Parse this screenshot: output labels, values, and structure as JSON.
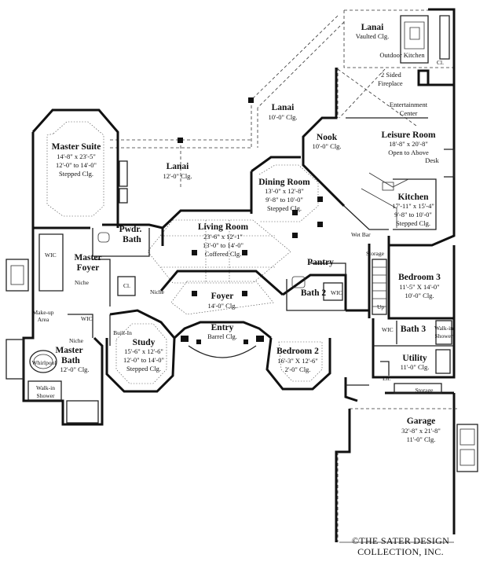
{
  "rooms": {
    "lanai_top": {
      "name": "Lanai",
      "l1": "Vaulted Clg."
    },
    "outdoor_kitchen": {
      "name": "Outdoor Kitchen"
    },
    "two_sided_fireplace": {
      "l1": "2 Sided",
      "l2": "Fireplace"
    },
    "entertainment_center": {
      "l1": "Entertainment",
      "l2": "Center"
    },
    "lanai_mid": {
      "name": "Lanai",
      "l1": "10'-0\" Clg."
    },
    "nook": {
      "name": "Nook",
      "l1": "10'-0\" Clg."
    },
    "leisure_room": {
      "name": "Leisure Room",
      "l1": "18'-8\" x 20'-8\"",
      "l2": "Open to Above"
    },
    "desk": {
      "name": "Desk"
    },
    "master_suite": {
      "name": "Master Suite",
      "l1": "14'-8\" x 23'-5\"",
      "l2": "12'-0\" to 14'-0\"",
      "l3": "Stepped Clg."
    },
    "lanai_left": {
      "name": "Lanai",
      "l1": "12'-0\" Clg."
    },
    "dining_room": {
      "name": "Dining Room",
      "l1": "13'-0\" x 12'-8\"",
      "l2": "9'-8\" to 10'-0\"",
      "l3": "Stepped Clg."
    },
    "kitchen": {
      "name": "Kitchen",
      "l1": "17'-11\" x 15'-4\"",
      "l2": "9'-8\" to 10'-0\"",
      "l3": "Stepped Clg."
    },
    "pwdr_bath": {
      "l1": "Pwdr.",
      "l2": "Bath"
    },
    "living_room": {
      "name": "Living Room",
      "l1": "23'-6\" x 12'-1\"",
      "l2": "13'-0\" to 14'-0\"",
      "l3": "Coffered Clg."
    },
    "wet_bar": {
      "name": "Wet Bar"
    },
    "storage_mid": {
      "name": "Storage"
    },
    "wic_left": {
      "name": "WIC"
    },
    "master_foyer": {
      "l1": "Master",
      "l2": "Foyer"
    },
    "niche_left": {
      "name": "Niche"
    },
    "cl_left": {
      "name": "Cl."
    },
    "pantry": {
      "name": "Pantry"
    },
    "bedroom3": {
      "name": "Bedroom 3",
      "l1": "11'-5\" X 14'-0\"",
      "l2": "10'-0\" Clg."
    },
    "makeup_area": {
      "l1": "Make-up",
      "l2": "Area"
    },
    "wic_master": {
      "name": "WIC"
    },
    "niche_foyer": {
      "name": "Niche"
    },
    "foyer": {
      "name": "Foyer",
      "l1": "14'-0\" Clg."
    },
    "bath2": {
      "name": "Bath 2"
    },
    "wic_bath2": {
      "name": "WIC"
    },
    "up": {
      "name": "Up"
    },
    "niche_master_bath": {
      "name": "Niche"
    },
    "master_bath": {
      "l1": "Master",
      "l2": "Bath",
      "l3": "12'-0\" Clg."
    },
    "built_in": {
      "name": "Built-In"
    },
    "study": {
      "name": "Study",
      "l1": "15'-6\" x 12'-6\"",
      "l2": "12'-0\" to 14'-0\"",
      "l3": "Stepped Clg."
    },
    "entry": {
      "name": "Entry",
      "l1": "Barrel Clg."
    },
    "bedroom2": {
      "name": "Bedroom 2",
      "l1": "16'-3\" X 12'-6\"",
      "l2": "2'-0\" Clg."
    },
    "wic_bath3": {
      "name": "WIC"
    },
    "bath3": {
      "name": "Bath 3"
    },
    "walkin_shower_right": {
      "l1": "Walk-in",
      "l2": "Shower"
    },
    "utility": {
      "name": "Utility",
      "l1": "11'-0\" Clg."
    },
    "linen": {
      "name": "Ln."
    },
    "storage_garage": {
      "name": "Storage"
    },
    "whirlpool": {
      "name": "Whirlpool"
    },
    "walkin_shower_left": {
      "l1": "Walk-in",
      "l2": "Shower"
    },
    "garage": {
      "name": "Garage",
      "l1": "32'-8\" x 21'-8\"",
      "l2": "11'-0\" Clg."
    },
    "cl_kitchen": {
      "name": "Cl."
    }
  },
  "copyright": {
    "line1": "©THE SATER DESIGN",
    "line2": "COLLECTION, INC."
  }
}
